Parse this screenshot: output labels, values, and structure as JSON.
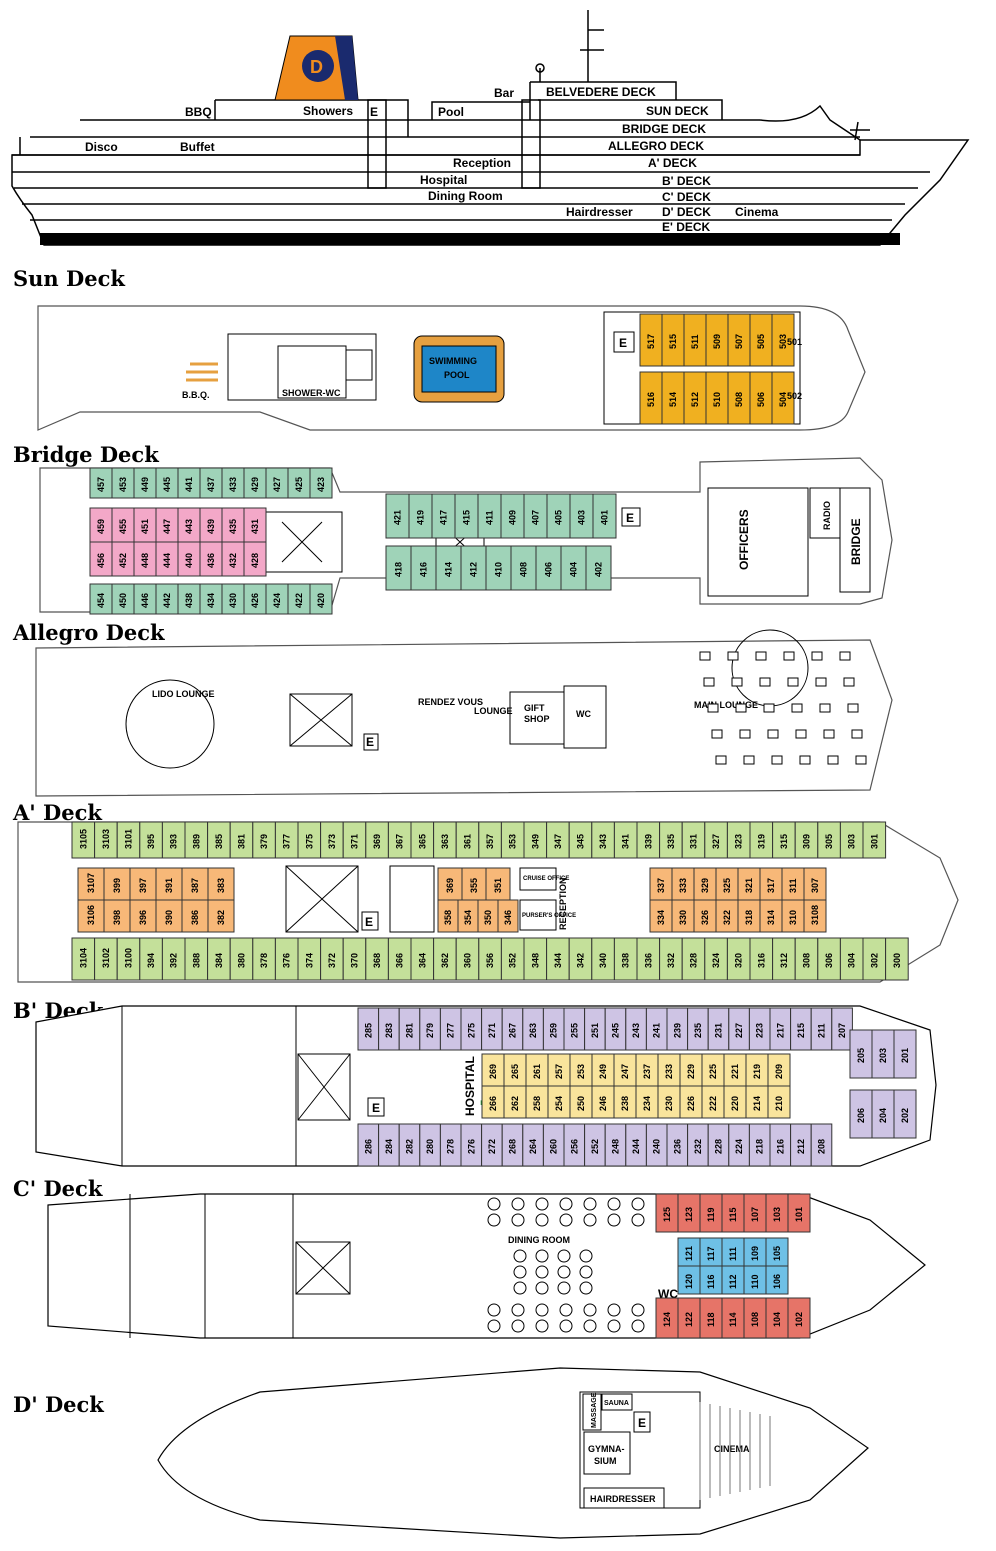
{
  "colors": {
    "sun_suite": "#f0b020",
    "bridge_green": "#9fd3b8",
    "bridge_pink": "#f3a8c8",
    "a_green": "#c4e09a",
    "a_orange": "#f7b878",
    "b_purple": "#cec4e4",
    "b_yellow": "#f9e49c",
    "c_red": "#e67468",
    "c_blue": "#6ec0e6",
    "pool_blue": "#1e86c8",
    "pool_rim": "#e6a040",
    "funnel_orange": "#f08c1e",
    "funnel_navy": "#1a2a6e"
  },
  "profile": {
    "labels": {
      "bbq": "BBQ",
      "showers": "Showers",
      "pool": "Pool",
      "bar": "Bar",
      "disco": "Disco",
      "buffet": "Buffet",
      "reception": "Reception",
      "hospital": "Hospital",
      "dining_room": "Dining Room",
      "hairdresser": "Hairdresser",
      "cinema": "Cinema",
      "elevator": "E"
    },
    "decks": [
      "BELVEDERE DECK",
      "SUN DECK",
      "BRIDGE DECK",
      "ALLEGRO DECK",
      "A' DECK",
      "B' DECK",
      "C' DECK",
      "D' DECK",
      "E' DECK"
    ]
  },
  "sun": {
    "title": "Sun Deck",
    "bbq": "B.B.Q.",
    "shower": "SHOWER-WC",
    "pool_line1": "SWIMMING",
    "pool_line2": "POOL",
    "elevator": "E",
    "cabins_top": [
      "517",
      "515",
      "511",
      "509",
      "507",
      "505",
      "503"
    ],
    "cabins_bottom": [
      "516",
      "514",
      "512",
      "510",
      "508",
      "506",
      "504"
    ],
    "suites": [
      "501",
      "502"
    ]
  },
  "bridge": {
    "title": "Bridge Deck",
    "aft_top": [
      "457",
      "453",
      "449",
      "445",
      "441",
      "437",
      "433",
      "429",
      "427",
      "425",
      "423"
    ],
    "aft_pink_top": [
      "459",
      "455",
      "451",
      "447",
      "443",
      "439",
      "435",
      "431"
    ],
    "aft_pink_bottom": [
      "456",
      "452",
      "448",
      "444",
      "440",
      "436",
      "432",
      "428"
    ],
    "aft_bottom": [
      "454",
      "450",
      "446",
      "442",
      "438",
      "434",
      "430",
      "426",
      "424",
      "422",
      "420"
    ],
    "mid_top": [
      "421",
      "419",
      "417",
      "415",
      "411",
      "409",
      "407",
      "405",
      "403",
      "401"
    ],
    "mid_bottom": [
      "418",
      "416",
      "414",
      "412",
      "410",
      "408",
      "406",
      "404",
      "402"
    ],
    "officers": "OFFICERS",
    "radio": "RADIO",
    "bridge": "BRIDGE",
    "elevator": "E"
  },
  "allegro": {
    "title": "Allegro Deck",
    "lido": "LIDO LOUNGE",
    "rendez": "RENDEZ VOUS",
    "lounge": "LOUNGE",
    "gift1": "GIFT",
    "gift2": "SHOP",
    "wc": "WC",
    "main": "MAIN LOUNGE",
    "elevator": "E"
  },
  "a": {
    "title": "A' Deck",
    "top": [
      "3105",
      "3103",
      "3101",
      "395",
      "393",
      "389",
      "385",
      "381",
      "379",
      "377",
      "375",
      "373",
      "371",
      "369",
      "367",
      "365",
      "363",
      "361",
      "357",
      "353",
      "349",
      "347",
      "345",
      "343",
      "341",
      "339",
      "335",
      "331",
      "327",
      "323",
      "319",
      "315",
      "309",
      "305",
      "303",
      "301"
    ],
    "bottom": [
      "3104",
      "3102",
      "3100",
      "394",
      "392",
      "388",
      "384",
      "380",
      "378",
      "376",
      "374",
      "372",
      "370",
      "368",
      "366",
      "364",
      "362",
      "360",
      "356",
      "352",
      "348",
      "344",
      "342",
      "340",
      "338",
      "336",
      "332",
      "328",
      "324",
      "320",
      "316",
      "312",
      "308",
      "306",
      "304",
      "302",
      "300"
    ],
    "aft_inner_top": [
      "3107",
      "399",
      "397",
      "391",
      "387",
      "383"
    ],
    "aft_inner_bottom": [
      "3106",
      "398",
      "396",
      "390",
      "386",
      "382"
    ],
    "mid_inner_top": [
      "369",
      "355",
      "351"
    ],
    "mid_inner_bottom": [
      "358",
      "354",
      "350",
      "346"
    ],
    "fwd_inner_top": [
      "337",
      "333",
      "329",
      "325",
      "321",
      "317",
      "311",
      "307"
    ],
    "fwd_inner_bottom": [
      "334",
      "330",
      "326",
      "322",
      "318",
      "314",
      "310",
      "3108"
    ],
    "cruise_office": "CRUISE OFFICE",
    "pursers_office": "PURSER'S OFFICE",
    "reception": "RECEPTION",
    "elevator": "E"
  },
  "b": {
    "title": "B' Deck",
    "top": [
      "285",
      "283",
      "281",
      "279",
      "277",
      "275",
      "271",
      "267",
      "263",
      "259",
      "255",
      "251",
      "245",
      "243",
      "241",
      "239",
      "235",
      "231",
      "227",
      "223",
      "217",
      "215",
      "211",
      "207"
    ],
    "bottom": [
      "286",
      "284",
      "282",
      "280",
      "278",
      "276",
      "272",
      "268",
      "264",
      "260",
      "256",
      "252",
      "248",
      "244",
      "240",
      "236",
      "232",
      "228",
      "224",
      "218",
      "216",
      "212",
      "208"
    ],
    "inner_top": [
      "269",
      "265",
      "261",
      "257",
      "253",
      "249",
      "247",
      "237",
      "233",
      "229",
      "225",
      "221",
      "219",
      "209"
    ],
    "inner_bottom": [
      "266",
      "262",
      "258",
      "254",
      "250",
      "246",
      "238",
      "234",
      "230",
      "226",
      "222",
      "220",
      "214",
      "210"
    ],
    "bow": [
      "205",
      "203",
      "201",
      "206",
      "204",
      "202"
    ],
    "hospital": "HOSPITAL",
    "elevator": "E"
  },
  "c": {
    "title": "C' Deck",
    "top": [
      "125",
      "123",
      "119",
      "115",
      "107",
      "103",
      "101"
    ],
    "bottom": [
      "124",
      "122",
      "118",
      "114",
      "108",
      "104",
      "102"
    ],
    "inner_top": [
      "121",
      "117",
      "111",
      "109",
      "105"
    ],
    "inner_bottom": [
      "120",
      "116",
      "112",
      "110",
      "106"
    ],
    "dining": "DINING ROOM",
    "wc": "WC"
  },
  "d": {
    "title": "D' Deck",
    "massage": "MASSAGE",
    "sauna": "SAUNA",
    "gym1": "GYMNA-",
    "gym2": "SIUM",
    "cinema": "CINEMA",
    "hairdresser": "HAIRDRESSER",
    "elevator": "E"
  }
}
